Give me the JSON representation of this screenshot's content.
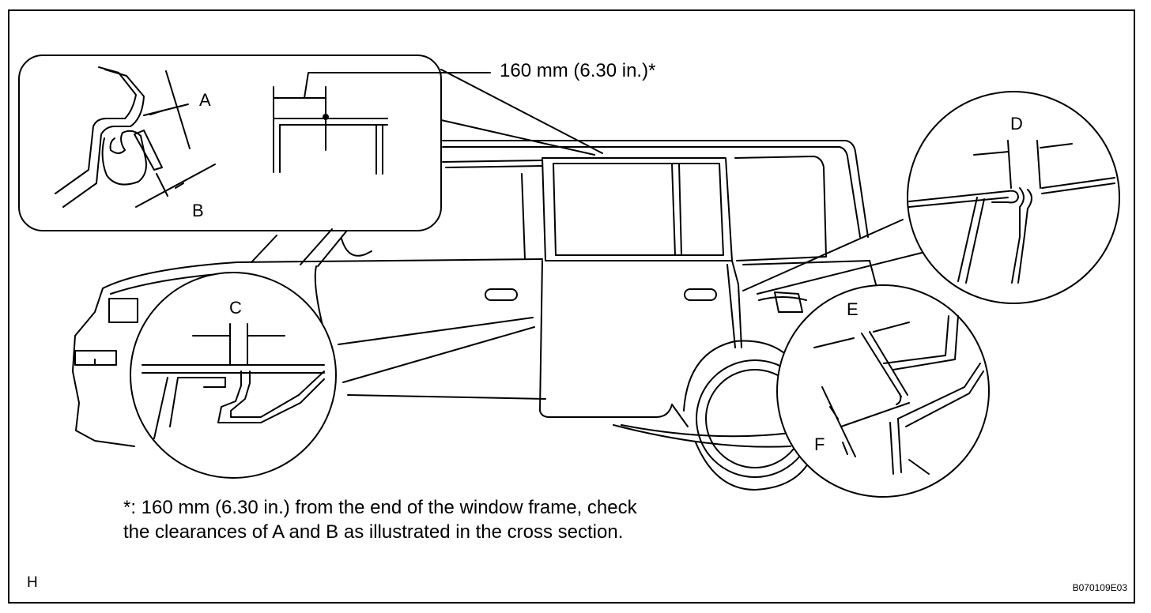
{
  "callout": {
    "dimension": "160 mm (6.30 in.)*"
  },
  "labels": {
    "a": "A",
    "b": "B",
    "c": "C",
    "d": "D",
    "e": "E",
    "f": "F"
  },
  "note": {
    "line1": "*: 160  mm (6.30 in.) from the end of the window frame, check",
    "line2": "the clearances of A and B as illustrated in the cross section."
  },
  "corner": {
    "left": "H",
    "right": "B070109E03"
  },
  "colors": {
    "ink": "#000000",
    "paper": "#ffffff"
  }
}
